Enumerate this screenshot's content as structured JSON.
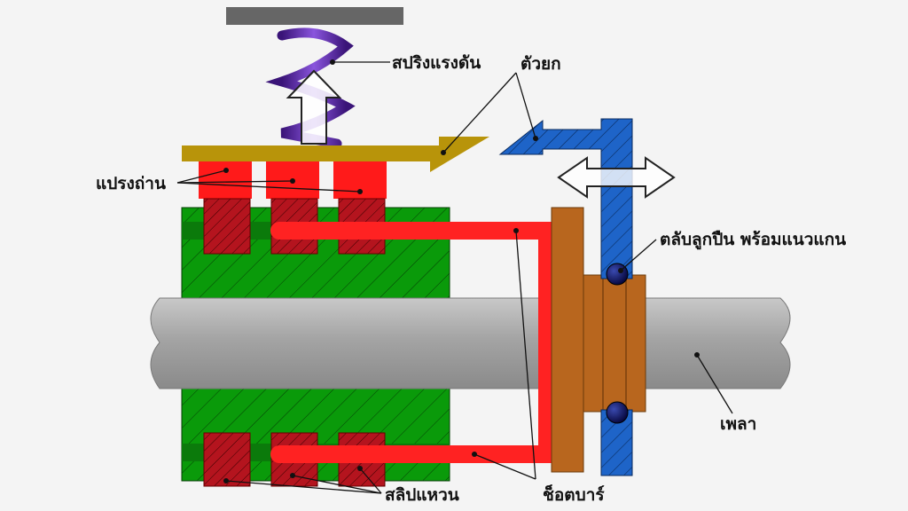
{
  "labels": {
    "spring": "สปริงแรงดัน",
    "lifter": "ตัวยก",
    "brushes": "แปรงถ่าน",
    "bearing": "ตลับลูกปืน พร้อมแนวแกน",
    "shaft": "เพลา",
    "slip_rings": "สลิปแหวน",
    "short_bar": "ช็อตบาร์"
  },
  "colors": {
    "background": "#f4f4f4",
    "rotor_body": "#0a9a0a",
    "slip_ring": "#b4141e",
    "brush": "#ff1a1a",
    "lever": "#b8940a",
    "lifter": "#1e64c8",
    "collar": "#b8661e",
    "shaft": "#a8a8a8",
    "spring": "#6a2dbb",
    "ball": "#0a0a66"
  }
}
